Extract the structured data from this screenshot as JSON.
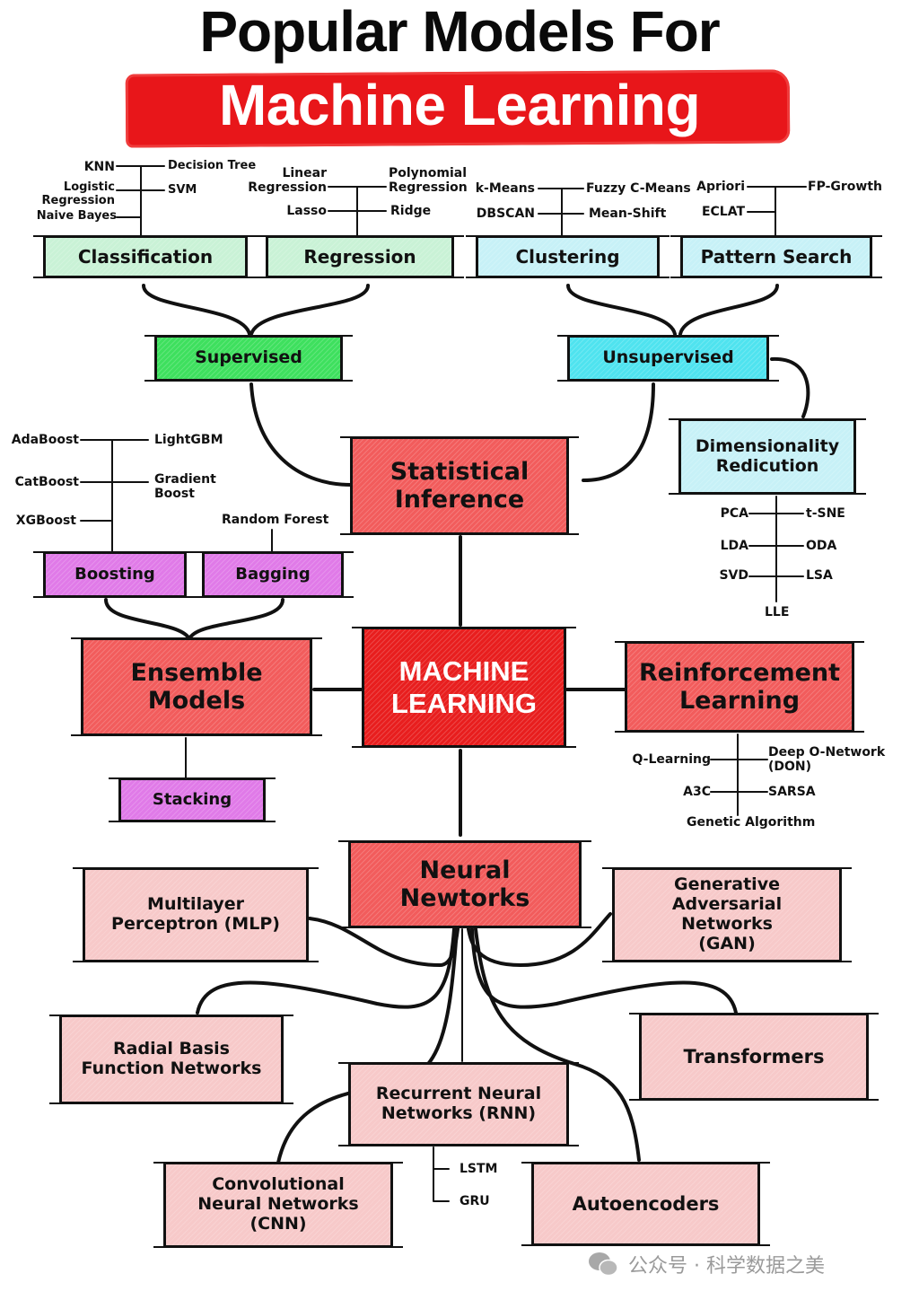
{
  "title": {
    "line1": "Popular Models For",
    "line2": "Machine Learning",
    "banner_color": "#e8161a"
  },
  "colors": {
    "supervised_green": "#3ee05e",
    "classification_green": "#c9f2d6",
    "unsupervised_cyan": "#4fe3ef",
    "clustering_cyan": "#c7f1f7",
    "core_red": "#f25c5c",
    "center_red": "#e81e1e",
    "ensemble_violet": "#e07ae8",
    "nn_pink": "#f7c9c9"
  },
  "core": {
    "center": "MACHINE LEARNING",
    "statistical": "Statistical Inference",
    "ensemble": "Ensemble Models",
    "reinforcement": "Reinforcement Learning",
    "neural": "Neural Newtorks"
  },
  "statistical": {
    "supervised": {
      "label": "Supervised",
      "children": [
        {
          "label": "Classification",
          "left": [
            "KNN",
            "Logistic Regression",
            "Naive Bayes"
          ],
          "right": [
            "Decision Tree",
            "SVM"
          ]
        },
        {
          "label": "Regression",
          "left": [
            "Linear Regression",
            "Lasso"
          ],
          "right": [
            "Polynomial Regression",
            "Ridge"
          ]
        }
      ]
    },
    "unsupervised": {
      "label": "Unsupervised",
      "children": [
        {
          "label": "Clustering",
          "left": [
            "k-Means",
            "DBSCAN"
          ],
          "right": [
            "Fuzzy C-Means",
            "Mean-Shift"
          ]
        },
        {
          "label": "Pattern Search",
          "left": [
            "Apriori",
            "ECLAT"
          ],
          "right": [
            "FP-Growth"
          ]
        }
      ]
    },
    "dimensionality": {
      "label": "Dimensionality Redicution",
      "left": [
        "PCA",
        "LDA",
        "SVD"
      ],
      "right": [
        "t-SNE",
        "ODA",
        "LSA"
      ],
      "bottom": "LLE"
    }
  },
  "ensemble": {
    "boosting": {
      "label": "Boosting",
      "left": [
        "AdaBoost",
        "CatBoost",
        "XGBoost"
      ],
      "right": [
        "LightGBM",
        "Gradient Boost"
      ]
    },
    "bagging": {
      "label": "Bagging",
      "top": "Random Forest"
    },
    "stacking": {
      "label": "Stacking"
    }
  },
  "reinforcement": {
    "left": [
      "Q-Learning",
      "A3C"
    ],
    "right": [
      "Deep O-Network (DON)",
      "SARSA"
    ],
    "bottom": "Genetic Algorithm"
  },
  "neural": {
    "mlp": "Multilayer Perceptron (MLP)",
    "gan": "Generative Adversarial Networks (GAN)",
    "rbf": "Radial Basis Function Networks",
    "transformers": "Transformers",
    "rnn": "Recurrent Neural Networks (RNN)",
    "rnn_children": [
      "LSTM",
      "GRU"
    ],
    "cnn": "Convolutional Neural Networks (CNN)",
    "autoencoders": "Autoencoders"
  },
  "watermark": "公众号 · 科学数据之美"
}
